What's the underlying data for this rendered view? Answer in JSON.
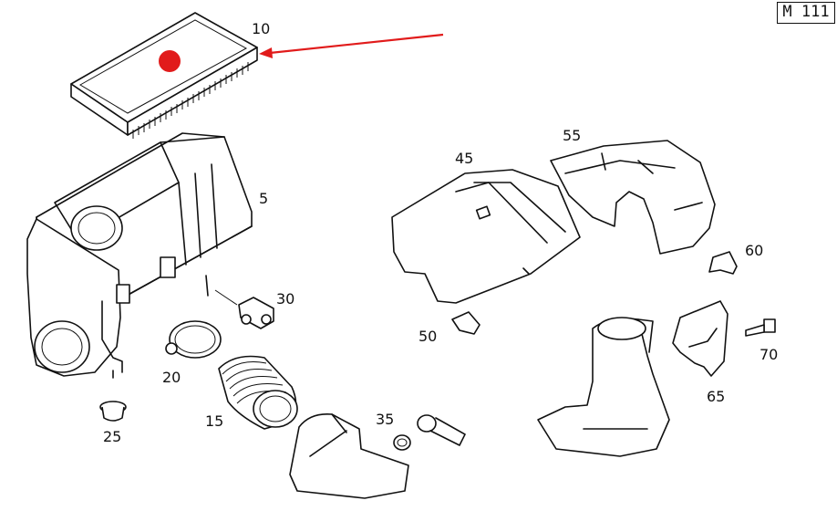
{
  "model_code": "M 111",
  "parts": [
    {
      "number": "10"
    },
    {
      "number": "5"
    },
    {
      "number": "30"
    },
    {
      "number": "20"
    },
    {
      "number": "25"
    },
    {
      "number": "15"
    },
    {
      "number": "35"
    },
    {
      "number": "45"
    },
    {
      "number": "55"
    },
    {
      "number": "60"
    },
    {
      "number": "50"
    },
    {
      "number": "70"
    },
    {
      "number": "65"
    }
  ],
  "highlight": {
    "part": "10",
    "marker_color": "#e11b1b",
    "arrow_color": "#e11b1b"
  }
}
